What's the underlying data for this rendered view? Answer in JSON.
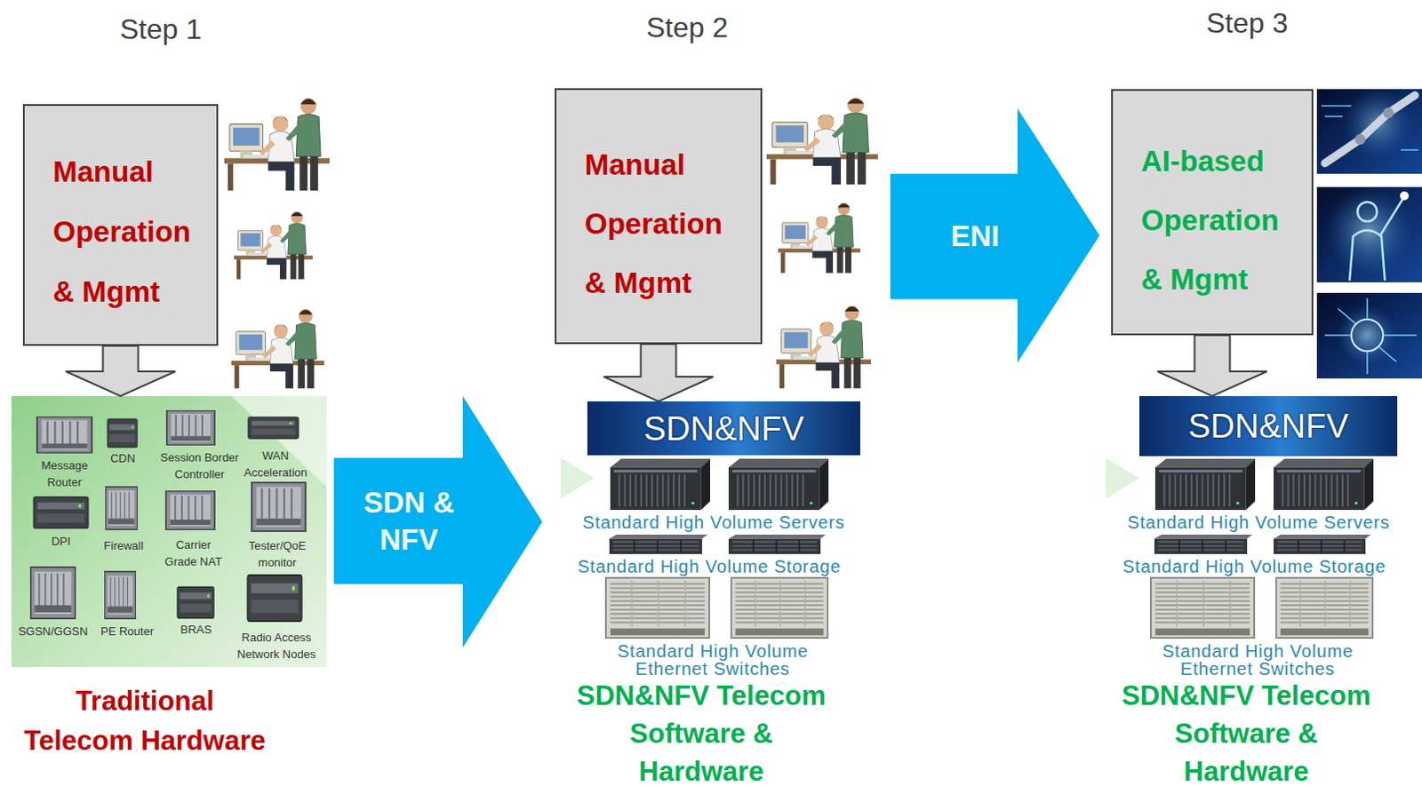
{
  "diagram": {
    "nodes": [
      {
        "text": [
          "Manual Operation & Mgmt"
        ]
      },
      {
        "text": [
          "Traditional Telecom Hardware"
        ]
      },
      {
        "text": [
          "SDN & NFV"
        ]
      },
      {
        "text": [
          "Manual Operation & Mgmt"
        ]
      },
      {
        "text": [
          "SDN&NFV"
        ]
      },
      {
        "text": [
          "ENI"
        ]
      },
      {
        "text": [
          "AI-based Operation & Mgmt"
        ]
      },
      {
        "text": [
          "SDN&NFV"
        ]
      }
    ],
    "edges": [
      {
        "from": 0,
        "to": 1,
        "arrow": "to"
      },
      {
        "from": 3,
        "to": 4,
        "arrow": "to"
      },
      {
        "from": 6,
        "to": 7,
        "arrow": "to"
      }
    ],
    "labels": [
      "Step 1",
      "Step 2",
      "Step 3",
      "Message Router",
      "CDN",
      "Session Border Controller",
      "WAN Acceleration",
      "DPI",
      "Firewall",
      "Carrier Grade NAT",
      "Tester/QoE monitor",
      "SGSN/GGSN",
      "PE Router",
      "BRAS",
      "Radio Access Network Nodes",
      "Standard High Volume Servers",
      "Standard High Volume Storage",
      "Standard High Volume Ethernet Switches",
      "SDN&NFV Telecom Software & Hardware",
      "Standard High Volume Servers",
      "Standard High Volume Storage",
      "Standard High Volume Ethernet Switches",
      "SDN&NFV Telecom Software & Hardware"
    ]
  }
}
